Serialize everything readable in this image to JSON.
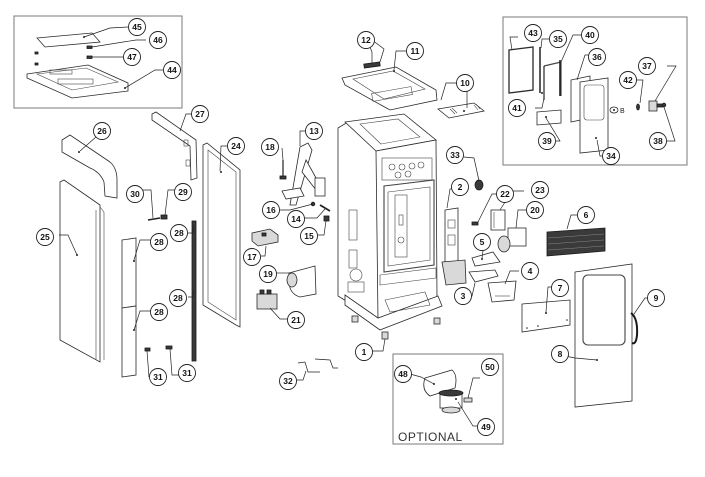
{
  "diagram": {
    "type": "exploded-parts-view",
    "subject": "pellet stove",
    "insets": {
      "top_left": {
        "parts": [
          "44",
          "45",
          "46",
          "47"
        ]
      },
      "top_right": {
        "parts": [
          "34",
          "35",
          "36",
          "37",
          "38",
          "39",
          "40",
          "41",
          "42",
          "43"
        ],
        "reference_marker": "B"
      },
      "optional": {
        "label": "OPTIONAL",
        "parts": [
          "48",
          "49",
          "50"
        ]
      }
    },
    "callouts": [
      "1",
      "2",
      "3",
      "4",
      "5",
      "6",
      "7",
      "8",
      "9",
      "10",
      "11",
      "12",
      "13",
      "14",
      "15",
      "16",
      "17",
      "18",
      "19",
      "20",
      "21",
      "22",
      "23",
      "24",
      "25",
      "26",
      "27",
      "28",
      "28",
      "28",
      "29",
      "30",
      "31",
      "31",
      "32",
      "33",
      "34",
      "35",
      "36",
      "37",
      "38",
      "39",
      "40",
      "41",
      "42",
      "43",
      "44",
      "45",
      "46",
      "47",
      "48",
      "49",
      "50"
    ]
  },
  "labels": {
    "c1": "1",
    "c2": "2",
    "c3": "3",
    "c4": "4",
    "c5": "5",
    "c6": "6",
    "c7": "7",
    "c8": "8",
    "c9": "9",
    "c10": "10",
    "c11": "11",
    "c12": "12",
    "c13": "13",
    "c14": "14",
    "c15": "15",
    "c16": "16",
    "c17": "17",
    "c18": "18",
    "c19": "19",
    "c20": "20",
    "c21": "21",
    "c22": "22",
    "c23": "23",
    "c24": "24",
    "c25": "25",
    "c26": "26",
    "c27": "27",
    "c28a": "28",
    "c28b": "28",
    "c28c": "28",
    "c28d": "28",
    "c29": "29",
    "c30": "30",
    "c31a": "31",
    "c31b": "31",
    "c32": "32",
    "c33": "33",
    "c34": "34",
    "c35": "35",
    "c36": "36",
    "c37": "37",
    "c38": "38",
    "c39": "39",
    "c40": "40",
    "c41": "41",
    "c42": "42",
    "c43": "43",
    "c44": "44",
    "c45": "45",
    "c46": "46",
    "c47": "47",
    "c48": "48",
    "c49": "49",
    "c50": "50",
    "optional": "OPTIONAL",
    "ref_b": "B"
  }
}
